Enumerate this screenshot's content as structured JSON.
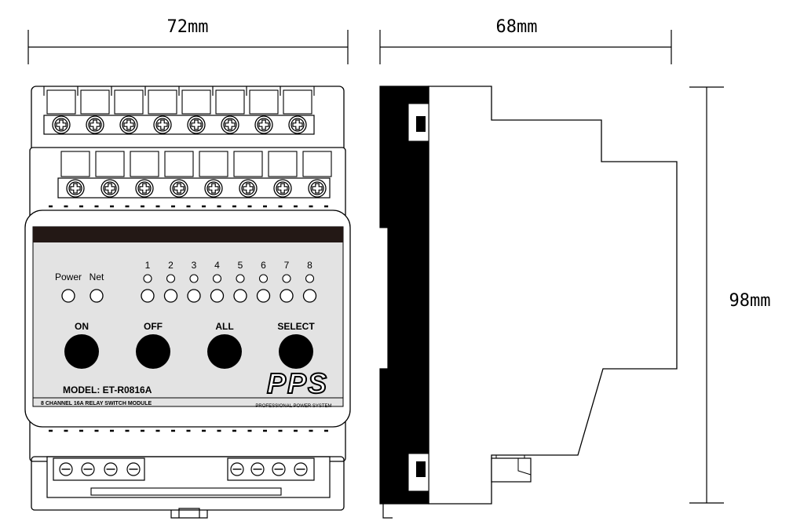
{
  "dimensions": {
    "width": "72mm",
    "depth": "68mm",
    "height": "98mm"
  },
  "panel": {
    "status_leds": [
      "Power",
      "Net"
    ],
    "channel_numbers": [
      "1",
      "2",
      "3",
      "4",
      "5",
      "6",
      "7",
      "8"
    ],
    "buttons": [
      "ON",
      "OFF",
      "ALL",
      "SELECT"
    ],
    "model": "MODEL: ET-R0816A",
    "description": "8 CHANNEL 16A RELAY SWITCH MODULE",
    "brand": "PPS",
    "brand_tagline": "PROFESSIONAL POWER SYSTEM"
  },
  "colors": {
    "line": "#000000",
    "panel_face": "#e3e3e3",
    "panel_band": "#231815",
    "button": "#000000",
    "background": "#ffffff"
  }
}
